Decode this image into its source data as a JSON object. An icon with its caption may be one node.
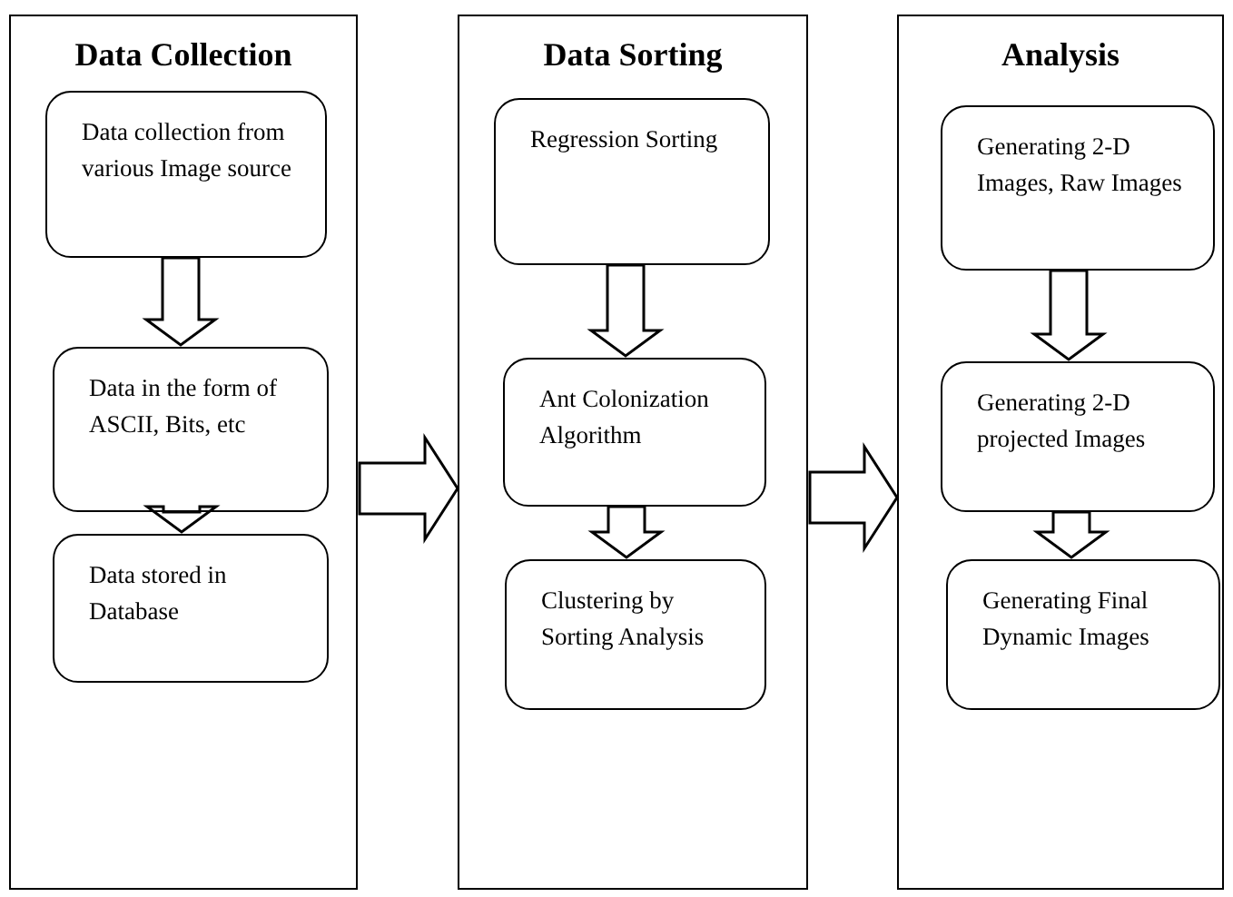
{
  "diagram": {
    "nodes": [
      {
        "text": [
          "Data Collection"
        ]
      },
      {
        "text": [
          "Data collection from various Image source"
        ],
        "in": 0
      },
      {
        "text": [
          "Data in the form of ASCII, Bits, etc"
        ],
        "in": 0
      },
      {
        "text": [
          "Data stored in Database"
        ],
        "in": 0
      },
      {
        "text": [
          "Data Sorting"
        ]
      },
      {
        "text": [
          "Regression Sorting"
        ],
        "in": 4
      },
      {
        "text": [
          "Ant Colonization Algorithm"
        ],
        "in": 4
      },
      {
        "text": [
          "Clustering by Sorting Analysis"
        ],
        "in": 4
      },
      {
        "text": [
          "Analysis"
        ]
      },
      {
        "text": [
          "Generating 2-D Images, Raw Images"
        ],
        "in": 8
      },
      {
        "text": [
          "Generating 2-D projected Images"
        ],
        "in": 8
      },
      {
        "text": [
          "Generating Final Dynamic Images"
        ],
        "in": 8
      }
    ],
    "edges": [
      {
        "from": 1,
        "to": 2,
        "arrow": "to"
      },
      {
        "from": 2,
        "to": 3,
        "arrow": "to"
      },
      {
        "from": 0,
        "to": 4,
        "arrow": "to"
      },
      {
        "from": 5,
        "to": 6,
        "arrow": "to"
      },
      {
        "from": 6,
        "to": 7,
        "arrow": "to"
      },
      {
        "from": 4,
        "to": 8,
        "arrow": "to"
      },
      {
        "from": 9,
        "to": 10,
        "arrow": "to"
      },
      {
        "from": 10,
        "to": 11,
        "arrow": "to"
      }
    ]
  }
}
